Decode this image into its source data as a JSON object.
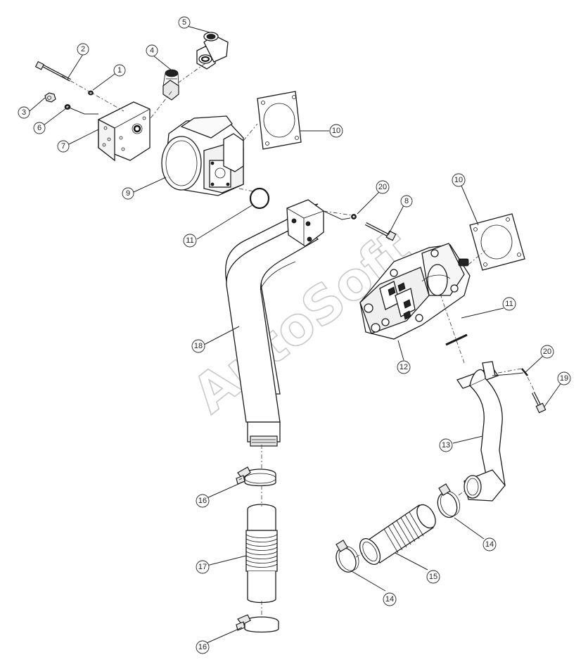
{
  "watermark": "AutoSoft",
  "callouts": [
    {
      "id": "c1",
      "label": "1"
    },
    {
      "id": "c2",
      "label": "2"
    },
    {
      "id": "c3",
      "label": "3"
    },
    {
      "id": "c4",
      "label": "4"
    },
    {
      "id": "c5",
      "label": "5"
    },
    {
      "id": "c6",
      "label": "6"
    },
    {
      "id": "c7",
      "label": "7"
    },
    {
      "id": "c8",
      "label": "8"
    },
    {
      "id": "c9",
      "label": "9"
    },
    {
      "id": "c10a",
      "label": "10"
    },
    {
      "id": "c10b",
      "label": "10"
    },
    {
      "id": "c11a",
      "label": "11"
    },
    {
      "id": "c11b",
      "label": "11"
    },
    {
      "id": "c12",
      "label": "12"
    },
    {
      "id": "c13",
      "label": "13"
    },
    {
      "id": "c14a",
      "label": "14"
    },
    {
      "id": "c14b",
      "label": "14"
    },
    {
      "id": "c15",
      "label": "15"
    },
    {
      "id": "c16a",
      "label": "16"
    },
    {
      "id": "c16b",
      "label": "16"
    },
    {
      "id": "c17",
      "label": "17"
    },
    {
      "id": "c18",
      "label": "18"
    },
    {
      "id": "c19",
      "label": "19"
    },
    {
      "id": "c20a",
      "label": "20"
    },
    {
      "id": "c20b",
      "label": "20"
    }
  ]
}
